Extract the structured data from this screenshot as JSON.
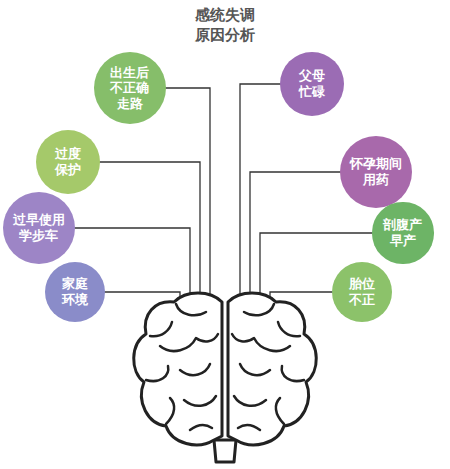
{
  "diagram": {
    "title": "感统失调 原因分析",
    "nodes": [
      {
        "text": [
          "出生后 不正确 走路"
        ]
      },
      {
        "text": [
          "父母 忙碌"
        ]
      },
      {
        "text": [
          "过度 保护"
        ]
      },
      {
        "text": [
          "怀孕期间 用药"
        ]
      },
      {
        "text": [
          "过早使用 学步车"
        ]
      },
      {
        "text": [
          "剖腹产 早产"
        ]
      },
      {
        "text": [
          "家庭 环境"
        ]
      },
      {
        "text": [
          "胎位 不正"
        ]
      }
    ]
  }
}
